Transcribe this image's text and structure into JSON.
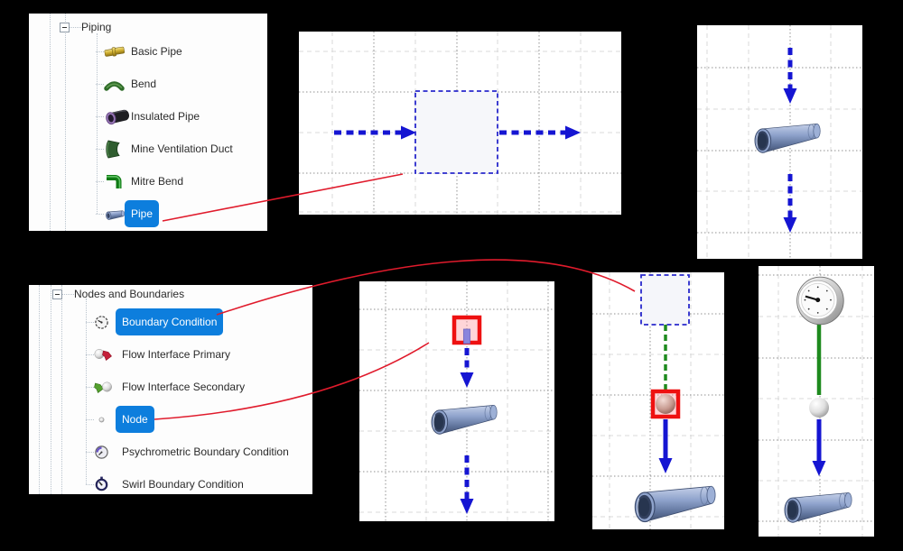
{
  "colors": {
    "background": "#000000",
    "panel_background": "#fdfdfd",
    "selection_blue": "#0d7edd",
    "arrow_blue": "#1515d2",
    "link_green": "#1e8a1e",
    "annotation_red": "#e01b2c",
    "snap_highlight_red": "#ee1111",
    "grid_light": "#d8d8d8",
    "grid_dark": "#919191"
  },
  "piping_tree": {
    "root_label": "Piping",
    "items": [
      {
        "label": "Basic Pipe",
        "icon": "basic-pipe-icon",
        "selected": false
      },
      {
        "label": "Bend",
        "icon": "bend-icon",
        "selected": false
      },
      {
        "label": "Insulated Pipe",
        "icon": "insulated-pipe-icon",
        "selected": false
      },
      {
        "label": "Mine Ventilation Duct",
        "icon": "mine-ventilation-duct-icon",
        "selected": false
      },
      {
        "label": "Mitre Bend",
        "icon": "mitre-bend-icon",
        "selected": false
      },
      {
        "label": "Pipe",
        "icon": "pipe-icon",
        "selected": true
      }
    ]
  },
  "nodes_tree": {
    "root_label": "Nodes and Boundaries",
    "items": [
      {
        "label": "Boundary Condition",
        "icon": "boundary-condition-icon",
        "selected": true
      },
      {
        "label": "Flow Interface Primary",
        "icon": "flow-interface-primary-icon",
        "selected": false
      },
      {
        "label": "Flow Interface Secondary",
        "icon": "flow-interface-secondary-icon",
        "selected": false
      },
      {
        "label": "Node",
        "icon": "node-icon",
        "selected": true
      },
      {
        "label": "Psychrometric Boundary Condition",
        "icon": "psychrometric-boundary-condition-icon",
        "selected": false
      },
      {
        "label": "Swirl Boundary Condition",
        "icon": "swirl-boundary-condition-icon",
        "selected": false
      }
    ]
  },
  "canvases": [
    {
      "id": "pipe-drop-preview",
      "icons": [
        "dashed-selection-square",
        "dashed-flow-arrow-right",
        "dashed-flow-arrow-right"
      ]
    },
    {
      "id": "pipe-placed",
      "icons": [
        "dashed-flow-arrow-down",
        "pipe-3d",
        "dashed-flow-arrow-down"
      ]
    },
    {
      "id": "node-drop-target",
      "icons": [
        "snap-highlight-square",
        "port-stub",
        "dashed-flow-arrow-down",
        "pipe-3d",
        "dashed-flow-arrow-down"
      ]
    },
    {
      "id": "boundary-drop-preview",
      "icons": [
        "dashed-selection-square",
        "green-dashed-link",
        "snap-highlight-square",
        "node-sphere",
        "flow-arrow-down",
        "pipe-3d"
      ]
    },
    {
      "id": "boundary-placed",
      "icons": [
        "gauge-3d",
        "green-link",
        "node-sphere",
        "flow-arrow-down",
        "pipe-3d"
      ]
    }
  ],
  "annotations": {
    "count": 3,
    "color": "#e01b2c"
  }
}
